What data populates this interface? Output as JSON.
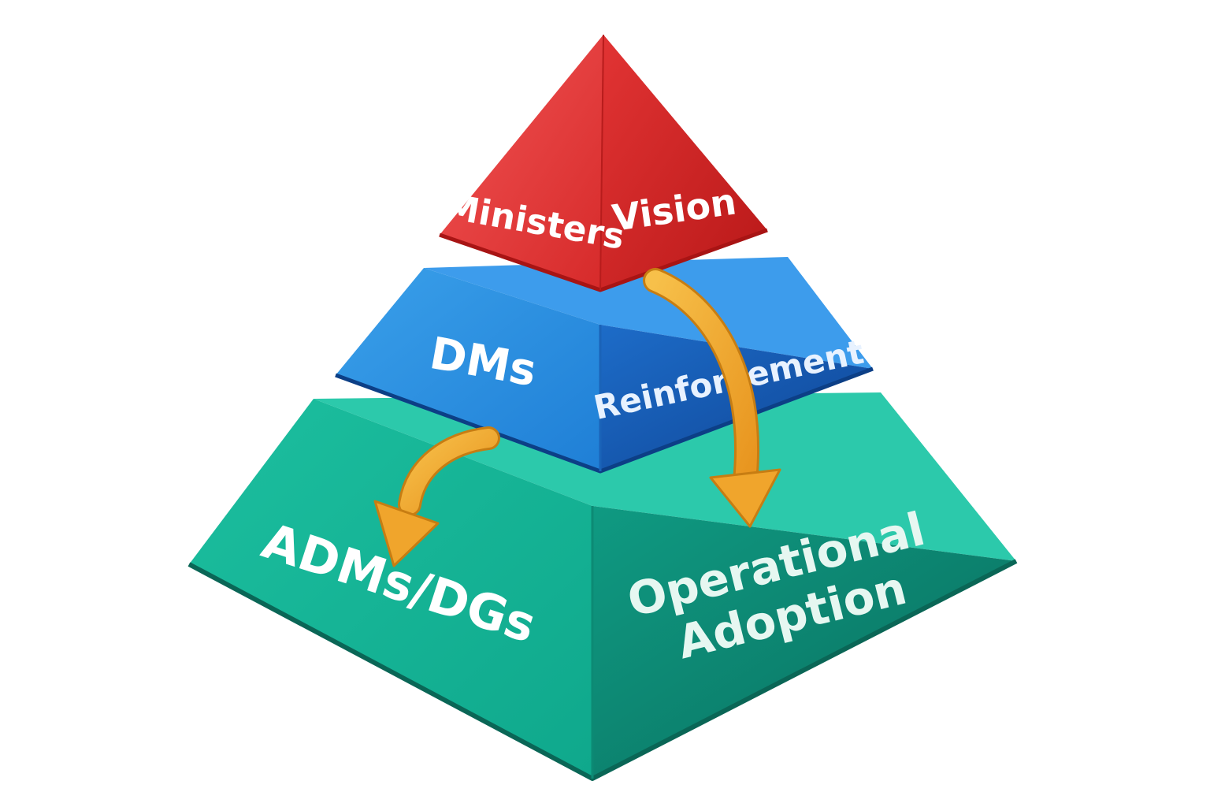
{
  "diagram": {
    "type": "layered-pyramid",
    "layers": [
      {
        "id": "top",
        "left_label": "Ministers",
        "right_label": "Vision",
        "color_light": "#ef4444",
        "color_dark": "#c81e1e"
      },
      {
        "id": "middle",
        "left_label": "DMs",
        "right_label": "Reinforcement",
        "color_light": "#2f8fe0",
        "color_dark": "#1450a8"
      },
      {
        "id": "bottom",
        "left_label": "ADMs/DGs",
        "right_label_line1": "Operational",
        "right_label_line2": "Adoption",
        "color_light": "#14b496",
        "color_dark": "#0b7a68"
      }
    ],
    "arrow_color": "#f0a52c"
  }
}
